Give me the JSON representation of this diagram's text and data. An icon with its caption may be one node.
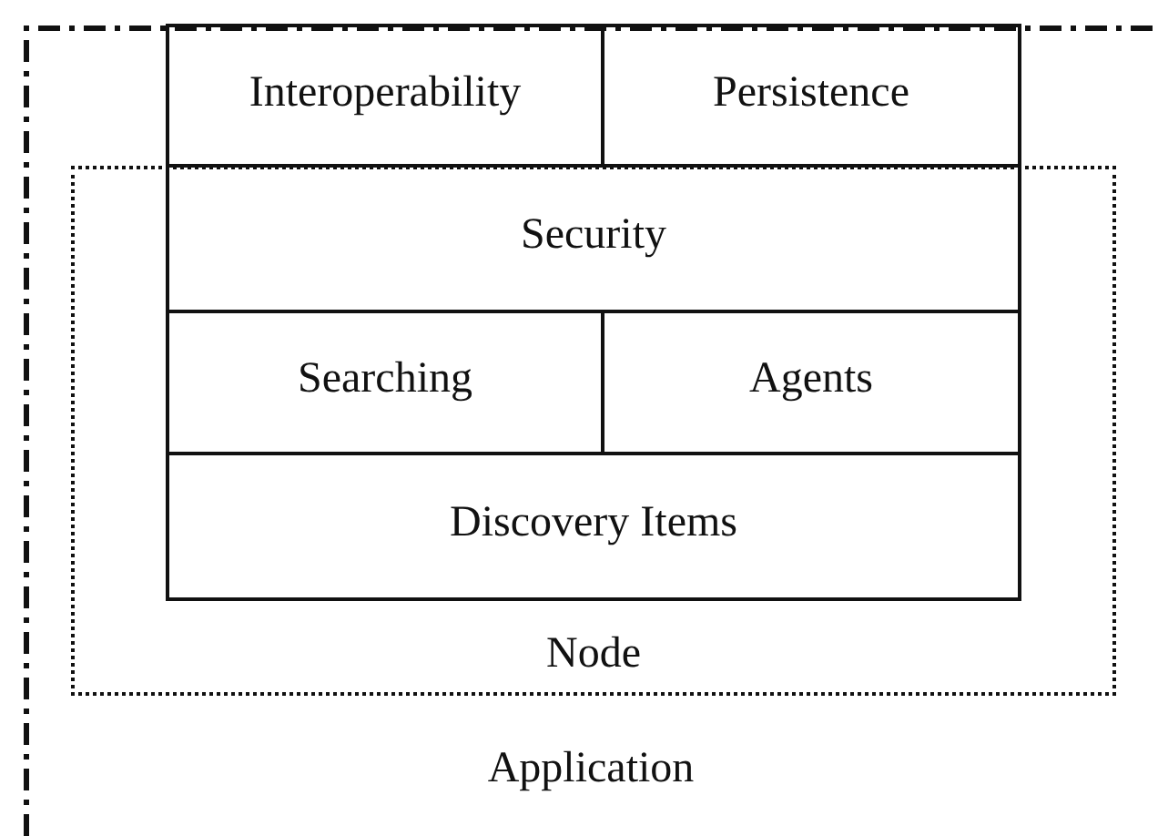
{
  "diagram": {
    "nodes": [
      {
        "text": [
          "Application"
        ]
      },
      {
        "text": [
          "Node"
        ],
        "in": 0
      },
      {
        "text": [
          "Interoperability"
        ],
        "in": 0
      },
      {
        "text": [
          "Persistence"
        ],
        "in": 0
      },
      {
        "text": [
          "Security"
        ],
        "in": 1
      },
      {
        "text": [
          "Searching"
        ],
        "in": 1
      },
      {
        "text": [
          "Agents"
        ],
        "in": 1
      },
      {
        "text": [
          "Discovery Items"
        ],
        "in": 1
      }
    ]
  }
}
